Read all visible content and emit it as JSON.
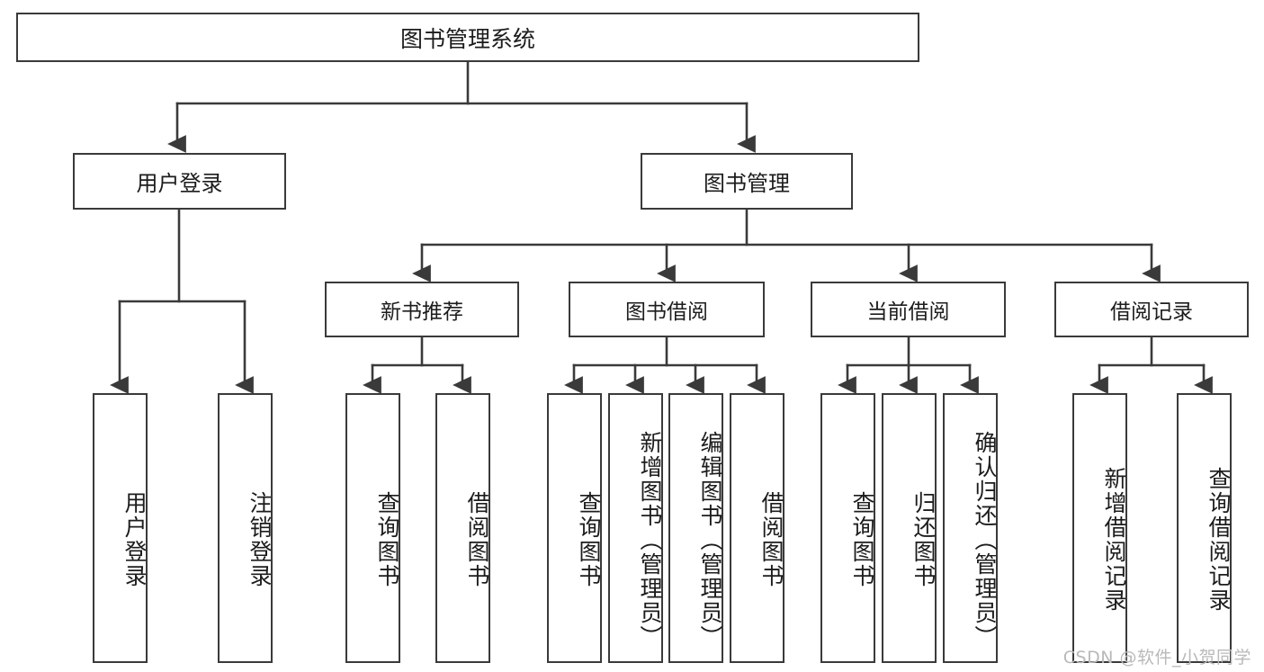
{
  "diagram": {
    "title": "图书管理系统",
    "type": "tree",
    "watermark": "CSDN @软件_小贺同学",
    "colors": {
      "background": "#ffffff",
      "box_border": "#3a3a3a",
      "box_fill": "#ffffff",
      "text": "#1c1c1c",
      "connector": "#3a3a3a",
      "watermark": "#b9b9b9"
    },
    "nodes": {
      "root": {
        "label": "图书管理系统"
      },
      "level2": [
        {
          "label": "用户登录"
        },
        {
          "label": "图书管理"
        }
      ],
      "level3": [
        {
          "label": "新书推荐"
        },
        {
          "label": "图书借阅"
        },
        {
          "label": "当前借阅"
        },
        {
          "label": "借阅记录"
        }
      ],
      "leaves_user_login": [
        {
          "label": "用户登录"
        },
        {
          "label": "注销登录"
        }
      ],
      "leaves_new_book": [
        {
          "label": "查询图书"
        },
        {
          "label": "借阅图书"
        }
      ],
      "leaves_borrow": [
        {
          "label": "查询图书"
        },
        {
          "label": "新增图书（管理员）"
        },
        {
          "label": "编辑图书（管理员）"
        },
        {
          "label": "借阅图书"
        }
      ],
      "leaves_current": [
        {
          "label": "查询图书"
        },
        {
          "label": "归还图书"
        },
        {
          "label": "确认归还（管理员）"
        }
      ],
      "leaves_records": [
        {
          "label": "新增借阅记录"
        },
        {
          "label": "查询借阅记录"
        }
      ]
    }
  }
}
